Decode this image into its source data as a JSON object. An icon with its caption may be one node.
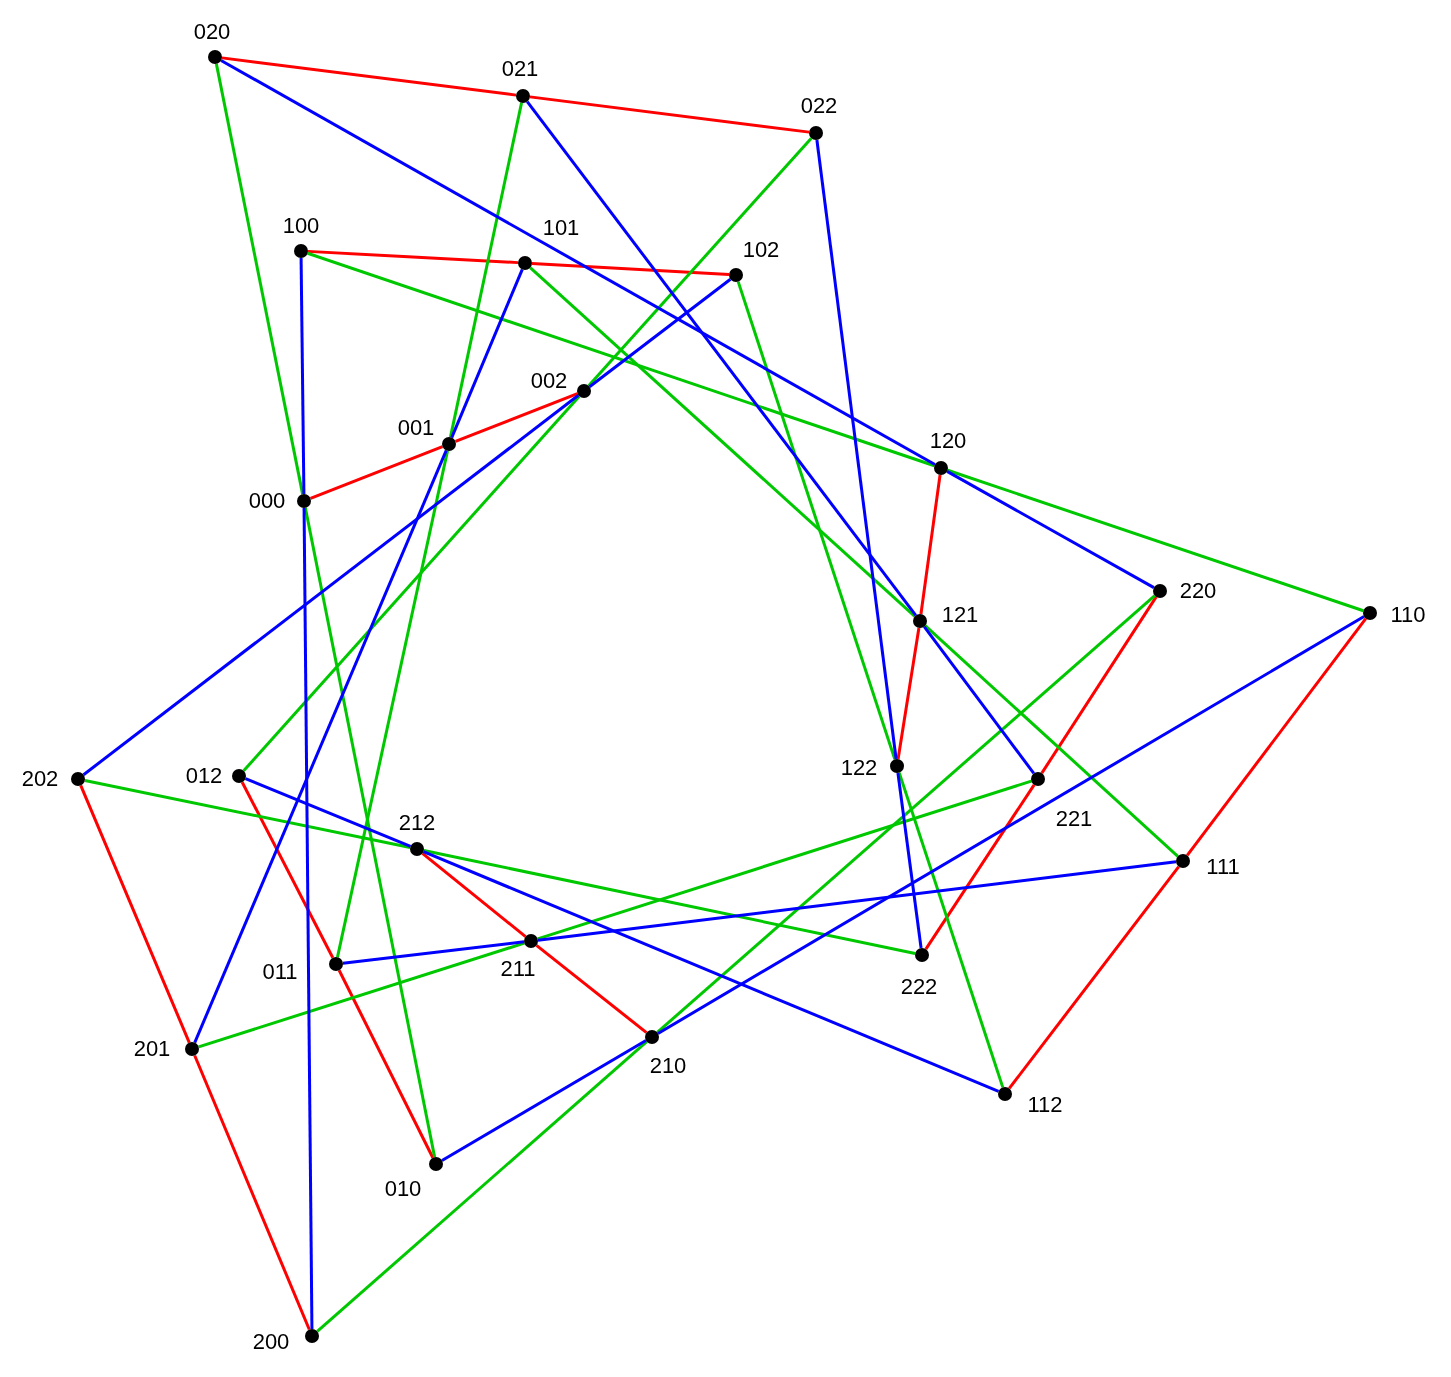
{
  "diagram": {
    "nodes": [
      {
        "text": [
          "020"
        ]
      },
      {
        "text": [
          "021"
        ]
      },
      {
        "text": [
          "022"
        ]
      },
      {
        "text": [
          "100"
        ]
      },
      {
        "text": [
          "101"
        ]
      },
      {
        "text": [
          "102"
        ]
      },
      {
        "text": [
          "002"
        ]
      },
      {
        "text": [
          "001"
        ]
      },
      {
        "text": [
          "000"
        ]
      },
      {
        "text": [
          "120"
        ]
      },
      {
        "text": [
          "220"
        ]
      },
      {
        "text": [
          "110"
        ]
      },
      {
        "text": [
          "121"
        ]
      },
      {
        "text": [
          "202"
        ]
      },
      {
        "text": [
          "012"
        ]
      },
      {
        "text": [
          "122"
        ]
      },
      {
        "text": [
          "221"
        ]
      },
      {
        "text": [
          "212"
        ]
      },
      {
        "text": [
          "111"
        ]
      },
      {
        "text": [
          "211"
        ]
      },
      {
        "text": [
          "011"
        ]
      },
      {
        "text": [
          "222"
        ]
      },
      {
        "text": [
          "201"
        ]
      },
      {
        "text": [
          "210"
        ]
      },
      {
        "text": [
          "112"
        ]
      },
      {
        "text": [
          "010"
        ]
      },
      {
        "text": [
          "200"
        ]
      }
    ],
    "edges": [
      {
        "from": 0,
        "to": 1,
        "arrow": "none",
        "color": "#ff0000"
      },
      {
        "from": 1,
        "to": 2,
        "arrow": "none",
        "color": "#ff0000"
      },
      {
        "from": 3,
        "to": 4,
        "arrow": "none",
        "color": "#ff0000"
      },
      {
        "from": 4,
        "to": 5,
        "arrow": "none",
        "color": "#ff0000"
      },
      {
        "from": 8,
        "to": 7,
        "arrow": "none",
        "color": "#ff0000"
      },
      {
        "from": 7,
        "to": 6,
        "arrow": "none",
        "color": "#ff0000"
      },
      {
        "from": 9,
        "to": 12,
        "arrow": "none",
        "color": "#ff0000"
      },
      {
        "from": 12,
        "to": 15,
        "arrow": "none",
        "color": "#ff0000"
      },
      {
        "from": 10,
        "to": 16,
        "arrow": "none",
        "color": "#ff0000"
      },
      {
        "from": 16,
        "to": 21,
        "arrow": "none",
        "color": "#ff0000"
      },
      {
        "from": 11,
        "to": 18,
        "arrow": "none",
        "color": "#ff0000"
      },
      {
        "from": 18,
        "to": 24,
        "arrow": "none",
        "color": "#ff0000"
      },
      {
        "from": 13,
        "to": 22,
        "arrow": "none",
        "color": "#ff0000"
      },
      {
        "from": 22,
        "to": 26,
        "arrow": "none",
        "color": "#ff0000"
      },
      {
        "from": 14,
        "to": 20,
        "arrow": "none",
        "color": "#ff0000"
      },
      {
        "from": 20,
        "to": 25,
        "arrow": "none",
        "color": "#ff0000"
      },
      {
        "from": 17,
        "to": 19,
        "arrow": "none",
        "color": "#ff0000"
      },
      {
        "from": 19,
        "to": 23,
        "arrow": "none",
        "color": "#ff0000"
      },
      {
        "from": 0,
        "to": 8,
        "arrow": "none",
        "color": "#00c800"
      },
      {
        "from": 8,
        "to": 25,
        "arrow": "none",
        "color": "#00c800"
      },
      {
        "from": 1,
        "to": 7,
        "arrow": "none",
        "color": "#00c800"
      },
      {
        "from": 7,
        "to": 20,
        "arrow": "none",
        "color": "#00c800"
      },
      {
        "from": 2,
        "to": 6,
        "arrow": "none",
        "color": "#00c800"
      },
      {
        "from": 6,
        "to": 14,
        "arrow": "none",
        "color": "#00c800"
      },
      {
        "from": 3,
        "to": 9,
        "arrow": "none",
        "color": "#00c800"
      },
      {
        "from": 9,
        "to": 11,
        "arrow": "none",
        "color": "#00c800"
      },
      {
        "from": 4,
        "to": 12,
        "arrow": "none",
        "color": "#00c800"
      },
      {
        "from": 12,
        "to": 18,
        "arrow": "none",
        "color": "#00c800"
      },
      {
        "from": 5,
        "to": 15,
        "arrow": "none",
        "color": "#00c800"
      },
      {
        "from": 15,
        "to": 24,
        "arrow": "none",
        "color": "#00c800"
      },
      {
        "from": 13,
        "to": 17,
        "arrow": "none",
        "color": "#00c800"
      },
      {
        "from": 17,
        "to": 21,
        "arrow": "none",
        "color": "#00c800"
      },
      {
        "from": 22,
        "to": 19,
        "arrow": "none",
        "color": "#00c800"
      },
      {
        "from": 19,
        "to": 16,
        "arrow": "none",
        "color": "#00c800"
      },
      {
        "from": 26,
        "to": 23,
        "arrow": "none",
        "color": "#00c800"
      },
      {
        "from": 23,
        "to": 10,
        "arrow": "none",
        "color": "#00c800"
      },
      {
        "from": 0,
        "to": 9,
        "arrow": "none",
        "color": "#0000ff"
      },
      {
        "from": 9,
        "to": 10,
        "arrow": "none",
        "color": "#0000ff"
      },
      {
        "from": 1,
        "to": 12,
        "arrow": "none",
        "color": "#0000ff"
      },
      {
        "from": 12,
        "to": 16,
        "arrow": "none",
        "color": "#0000ff"
      },
      {
        "from": 2,
        "to": 15,
        "arrow": "none",
        "color": "#0000ff"
      },
      {
        "from": 15,
        "to": 21,
        "arrow": "none",
        "color": "#0000ff"
      },
      {
        "from": 3,
        "to": 8,
        "arrow": "none",
        "color": "#0000ff"
      },
      {
        "from": 8,
        "to": 26,
        "arrow": "none",
        "color": "#0000ff"
      },
      {
        "from": 4,
        "to": 7,
        "arrow": "none",
        "color": "#0000ff"
      },
      {
        "from": 7,
        "to": 22,
        "arrow": "none",
        "color": "#0000ff"
      },
      {
        "from": 5,
        "to": 6,
        "arrow": "none",
        "color": "#0000ff"
      },
      {
        "from": 6,
        "to": 13,
        "arrow": "none",
        "color": "#0000ff"
      },
      {
        "from": 14,
        "to": 17,
        "arrow": "none",
        "color": "#0000ff"
      },
      {
        "from": 17,
        "to": 24,
        "arrow": "none",
        "color": "#0000ff"
      },
      {
        "from": 20,
        "to": 19,
        "arrow": "none",
        "color": "#0000ff"
      },
      {
        "from": 19,
        "to": 18,
        "arrow": "none",
        "color": "#0000ff"
      },
      {
        "from": 25,
        "to": 23,
        "arrow": "none",
        "color": "#0000ff"
      },
      {
        "from": 23,
        "to": 11,
        "arrow": "none",
        "color": "#0000ff"
      }
    ]
  }
}
